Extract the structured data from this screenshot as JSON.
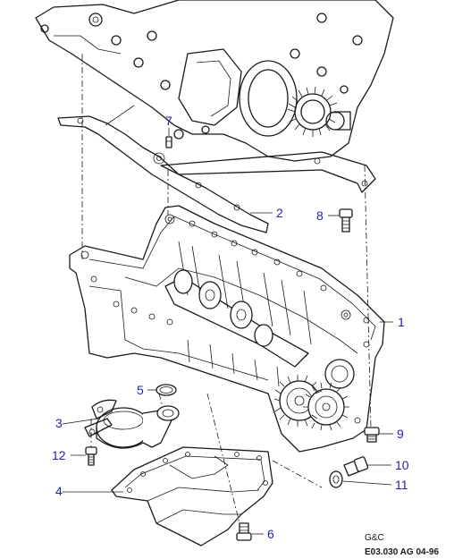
{
  "callouts": [
    {
      "id": "1",
      "label": "1"
    },
    {
      "id": "2",
      "label": "2"
    },
    {
      "id": "3",
      "label": "3"
    },
    {
      "id": "4",
      "label": "4"
    },
    {
      "id": "5",
      "label": "5"
    },
    {
      "id": "6",
      "label": "6"
    },
    {
      "id": "7",
      "label": "7"
    },
    {
      "id": "8",
      "label": "8"
    },
    {
      "id": "9",
      "label": "9"
    },
    {
      "id": "10",
      "label": "10"
    },
    {
      "id": "11",
      "label": "11"
    },
    {
      "id": "12",
      "label": "12"
    }
  ],
  "footer": {
    "brand": "G&C",
    "code": "E03.030 AG 04-96"
  },
  "colors": {
    "callout": "#2323a8",
    "ink": "#1a1a1a",
    "background": "#ffffff"
  }
}
